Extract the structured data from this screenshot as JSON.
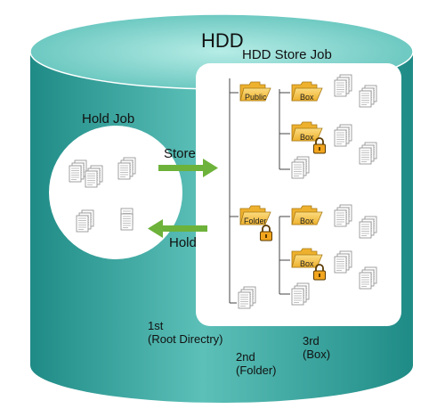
{
  "title": "HDD",
  "store_panel_title": "HDD Store Job",
  "hold_panel_title": "Hold Job",
  "arrows": {
    "store": "Store",
    "hold": "Hold"
  },
  "folders": {
    "public": "Public",
    "box": "Box",
    "folder": "Folder"
  },
  "levels": {
    "first": "1st\n(Root Directry)",
    "second": "2nd\n(Folder)",
    "third": "3rd\n(Box)"
  },
  "colors": {
    "cylinder": "#3aa59e",
    "cylinder_light": "#8fd6cf",
    "arrow": "#6db23a",
    "folder": "#f4bf46",
    "lock": "#f0a020"
  },
  "icons": [
    "document-stack-icon",
    "document-icon",
    "folder-icon",
    "lock-icon",
    "arrow-right-icon",
    "arrow-left-icon"
  ]
}
